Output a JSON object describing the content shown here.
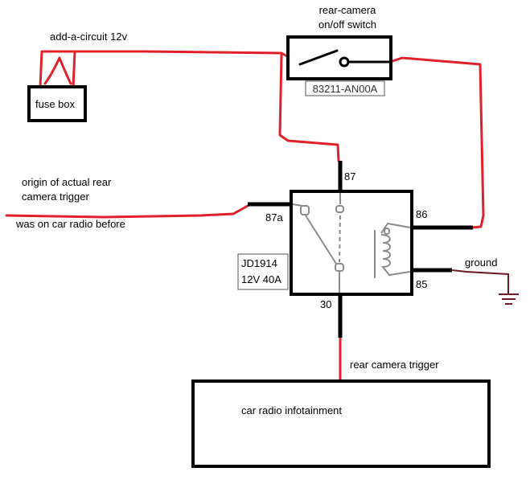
{
  "labels": {
    "add_circuit": "add-a-circuit 12v",
    "fuse_box": "fuse box",
    "switch_title_line1": "rear-camera",
    "switch_title_line2": "on/off switch",
    "switch_part_number": "83211-AN00A",
    "origin_line1": "origin of actual rear",
    "origin_line2": "camera trigger",
    "origin_line3": "was on car radio before",
    "pin_87": "87",
    "pin_87a": "87a",
    "pin_86": "86",
    "pin_85": "85",
    "pin_30": "30",
    "relay_model_line1": "JD1914",
    "relay_model_line2": "12V 40A",
    "ground": "ground",
    "rear_trigger": "rear camera trigger",
    "infotainment": "car radio infotainment"
  },
  "colors": {
    "wire_12v": "#e0202a",
    "wire_relay_pins": "#000000",
    "wire_ground": "#6a1822",
    "relay_internals": "#8a8a8a"
  }
}
